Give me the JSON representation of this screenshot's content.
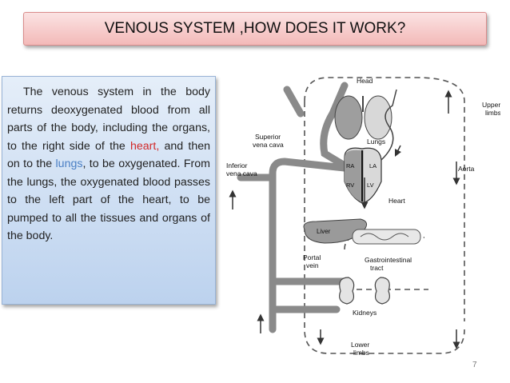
{
  "slide": {
    "title": "VENOUS SYSTEM ,HOW DOES IT WORK?",
    "page_number": "7",
    "body": {
      "p1": "The venous system in the body returns deoxygenated blood from all parts of the body, including the organs, to the right side of the ",
      "heart_word": "heart,",
      "p2": " and then on to the ",
      "lungs_word": "lungs",
      "p3": ", to be oxygenated. From the lungs, the oxygenated blood passes to the left part of the heart, to be pumped to all the tissues and organs of the body."
    },
    "highlight_colors": {
      "heart": "#d22b2b",
      "lungs": "#4a7fc4"
    }
  },
  "diagram": {
    "labels": {
      "head": "Head",
      "upper_limbs_1": "Upper",
      "upper_limbs_2": "limbs",
      "lungs": "Lungs",
      "superior_vc_1": "Superior",
      "superior_vc_2": "vena cava",
      "inferior_vc_1": "Inferior",
      "inferior_vc_2": "vena cava",
      "ra": "RA",
      "la": "LA",
      "rv": "RV",
      "lv": "LV",
      "aorta": "Aorta",
      "heart": "Heart",
      "liver": "Liver",
      "portal_1": "Portal",
      "portal_2": "vein",
      "gi_1": "Gastrointestinal",
      "gi_2": "tract",
      "kidneys": "Kidneys",
      "lower_limbs_1": "Lower",
      "lower_limbs_2": "limbs"
    }
  }
}
